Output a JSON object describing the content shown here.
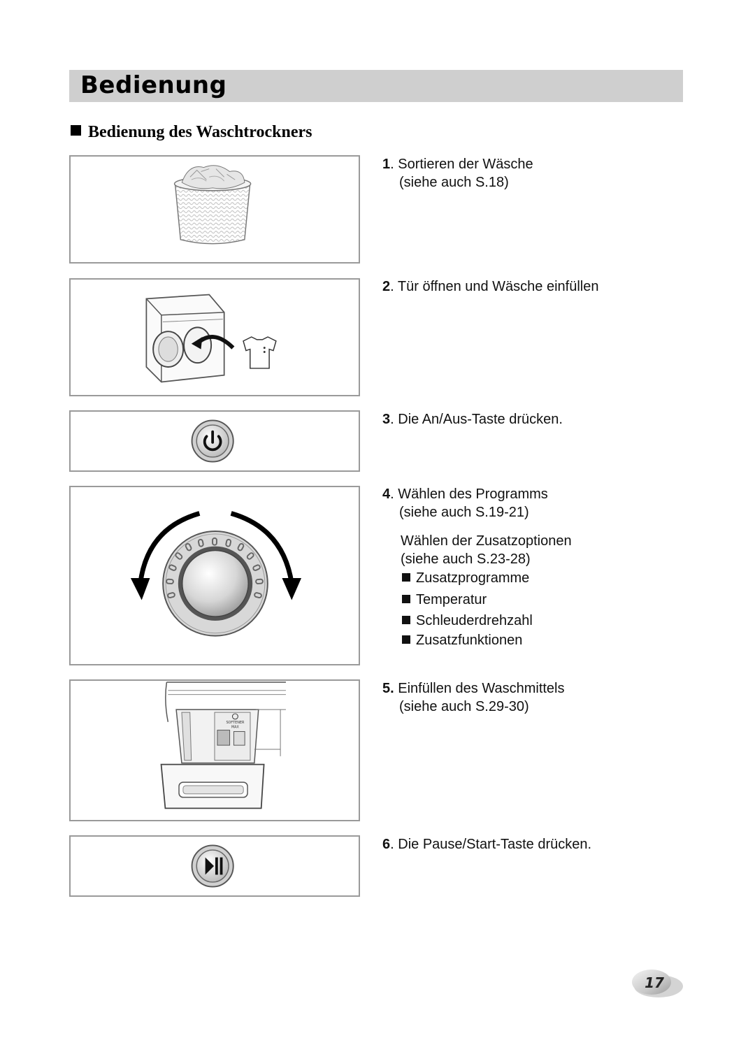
{
  "header": {
    "title": "Bedienung"
  },
  "section": {
    "title": "Bedienung des Waschtrockners"
  },
  "steps": [
    {
      "num": "1",
      "sep": ". ",
      "text": "Sortieren der Wäsche",
      "sub": "(siehe auch S.18)"
    },
    {
      "num": "2",
      "sep": ". ",
      "text": "Tür öffnen und Wäsche einfüllen"
    },
    {
      "num": "3",
      "sep": ". ",
      "text": "Die An/Aus-Taste drücken."
    },
    {
      "num": "4",
      "sep": ". ",
      "text": "Wählen des Programms",
      "sub": "(siehe auch S.19-21)",
      "extra_title": "Wählen der Zusatzoptionen",
      "extra_sub": "(siehe auch S.23-28)",
      "options": [
        "Zusatzprogramme",
        "Temperatur",
        "Schleuderdrehzahl",
        "Zusatzfunktionen"
      ]
    },
    {
      "num": "5.",
      "sep": " ",
      "text": "Einfüllen des Waschmittels",
      "sub": "(siehe auch S.29-30)"
    },
    {
      "num": "6",
      "sep": ". ",
      "text": "Die Pause/Start-Taste drücken."
    }
  ],
  "illustrations": {
    "dispenser_label": "SOFTENER",
    "dispenser_max": "MAX"
  },
  "icons": [
    "laundry-basket-icon",
    "washer-door-icon",
    "power-button-icon",
    "program-dial-icon",
    "detergent-drawer-icon",
    "pause-start-button-icon"
  ],
  "page_number": "17"
}
